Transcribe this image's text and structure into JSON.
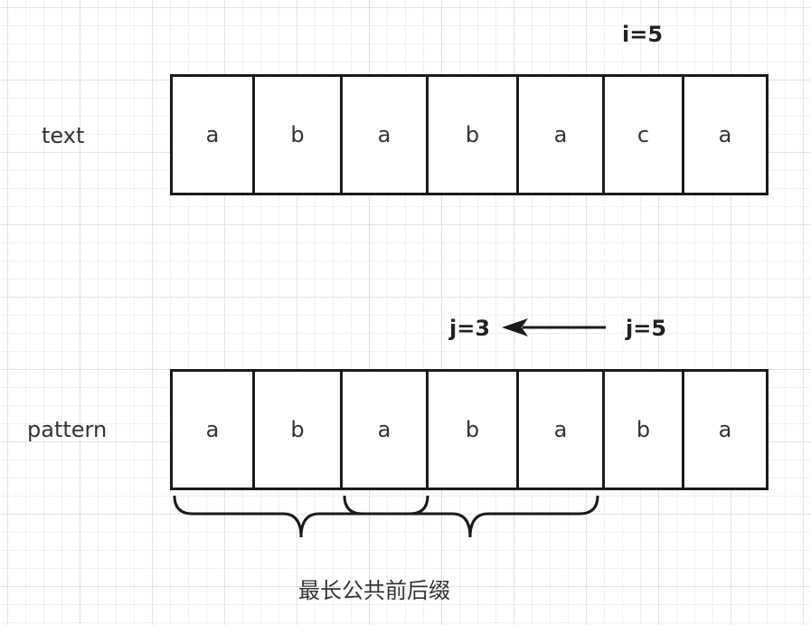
{
  "labels": {
    "text_row": "text",
    "pattern_row": "pattern",
    "i_pointer": "i=5",
    "j_new": "j=3",
    "j_old": "j=5",
    "caption": "最长公共前后缀"
  },
  "text_cells": [
    "a",
    "b",
    "a",
    "b",
    "a",
    "c",
    "a"
  ],
  "pattern_cells": [
    "a",
    "b",
    "a",
    "b",
    "a",
    "b",
    "a"
  ],
  "colors": {
    "stroke": "#1a1a1a",
    "text": "#333333",
    "grid_major": "#e2e2e2",
    "grid_minor": "#f1f1f1"
  }
}
